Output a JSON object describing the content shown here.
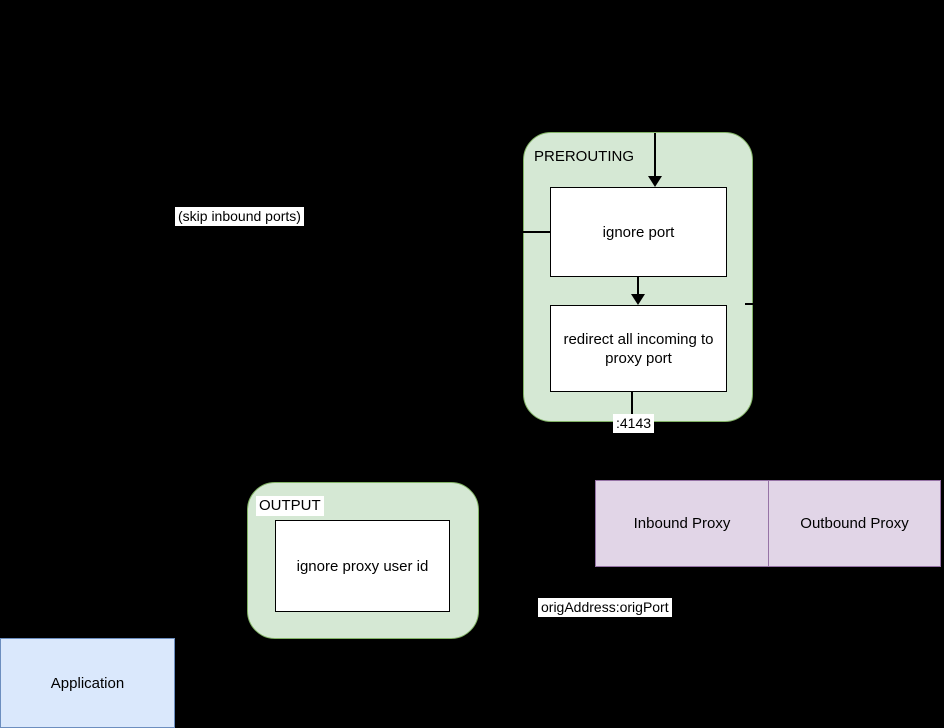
{
  "diagram": {
    "prerouting": {
      "title": "PREROUTING",
      "ignore_port": "ignore port",
      "redirect": "redirect all incoming to proxy port"
    },
    "output": {
      "title": "OUTPUT",
      "ignore_proxy_user_id": "ignore proxy user id"
    },
    "proxies": {
      "inbound": "Inbound Proxy",
      "outbound": "Outbound Proxy"
    },
    "application": "Application",
    "labels": {
      "skip_inbound_ports": "(skip inbound ports)",
      "proxy_port": ":4143",
      "orig_address_port": "origAddress:origPort"
    },
    "colors": {
      "background": "#000000",
      "chain_fill": "#d5e8d4",
      "chain_border": "#82b366",
      "rule_fill": "#ffffff",
      "rule_border": "#000000",
      "proxy_fill": "#e1d5e7",
      "proxy_border": "#9673a6",
      "app_fill": "#dae8fc",
      "app_border": "#6c8ebf",
      "label_background": "#ffffff"
    }
  }
}
